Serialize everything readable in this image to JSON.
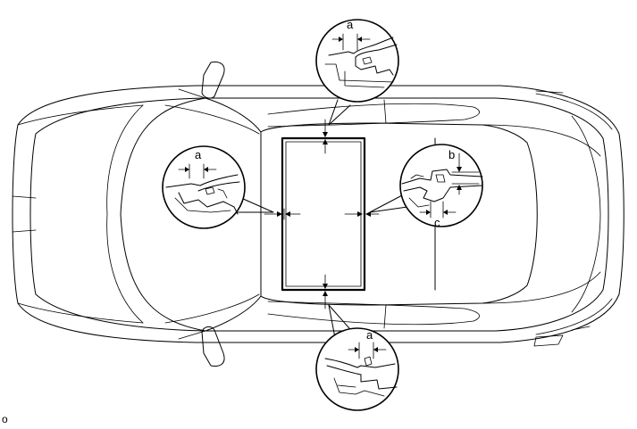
{
  "callouts": {
    "top": {
      "label": "a"
    },
    "left": {
      "label": "a"
    },
    "right": {
      "label_b": "b",
      "label_c": "c"
    },
    "bottom": {
      "label": "a"
    }
  },
  "corner_mark": "o"
}
